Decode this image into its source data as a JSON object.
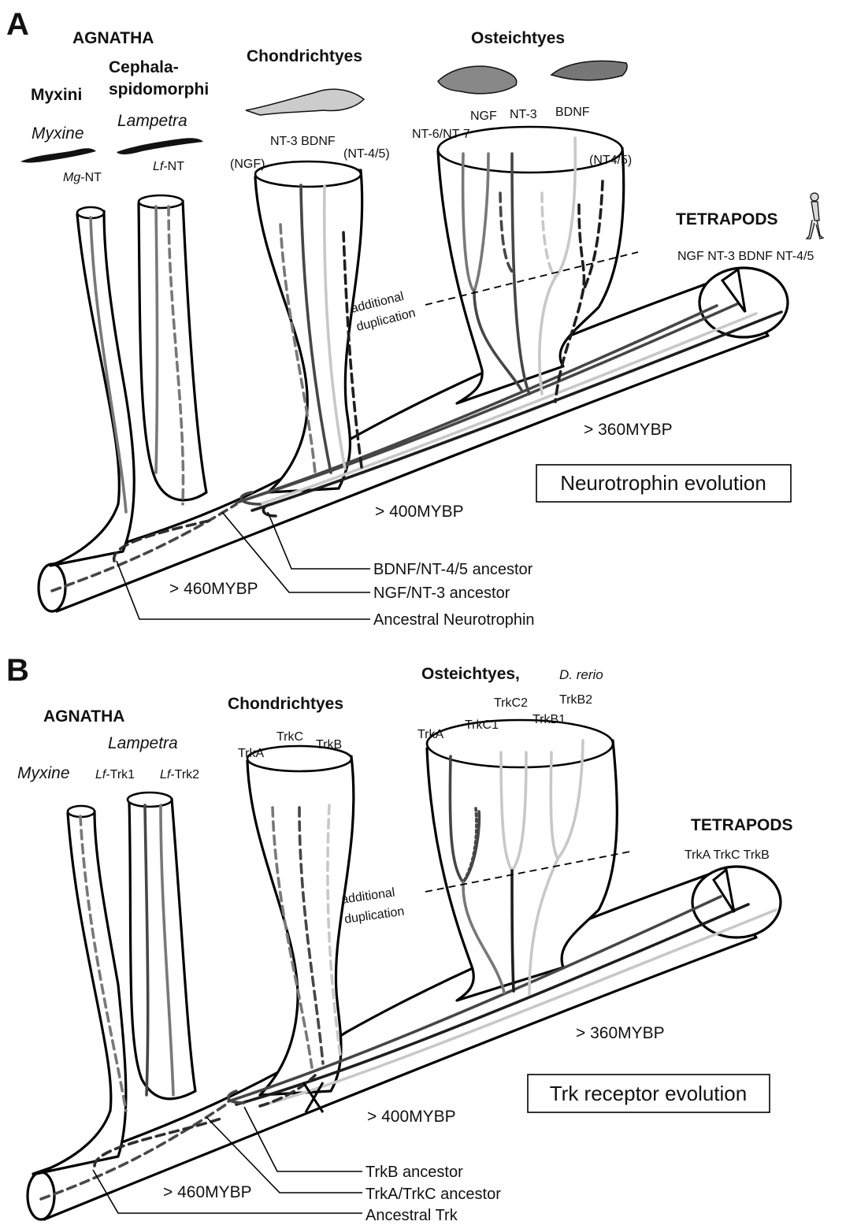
{
  "colors": {
    "ngf": "#787878",
    "nt3": "#464646",
    "bdnf": "#c8c8c8",
    "nt45": "#1e1e1e",
    "ancestral": "#4a4a4a",
    "outline": "#000000"
  },
  "panel_a": {
    "label": "A",
    "agnatha": "AGNATHA",
    "myxini": "Myxini",
    "cephala1": "Cephala-",
    "cephala2": "spidomorphi",
    "myxine": "Myxine",
    "lampetra": "Lampetra",
    "mg_prefix": "Mg",
    "mg_suffix": "-NT",
    "lf_prefix": "Lf",
    "lf_suffix": "-NT",
    "chondrichthyes": "Chondrichtyes",
    "osteichthyes": "Osteichtyes",
    "ch_ngf": "(NGF)",
    "ch_nt3_bdnf": "NT-3 BDNF",
    "ch_nt45": "(NT-4/5)",
    "os_nt67": "NT-6/NT-7",
    "os_ngf": "NGF",
    "os_nt3": "NT-3",
    "os_bdnf": "BDNF",
    "os_nt45": "(NT4/5)",
    "tetrapods": "TETRAPODS",
    "tetra_genes": "NGF NT-3 BDNF NT-4/5",
    "dup1": "additional",
    "dup2": "duplication",
    "t360": "> 360MYBP",
    "t400": "> 400MYBP",
    "t460": "> 460MYBP",
    "leg1": "BDNF/NT-4/5 ancestor",
    "leg2": "NGF/NT-3 ancestor",
    "leg3": "Ancestral Neurotrophin",
    "box": "Neurotrophin evolution"
  },
  "panel_b": {
    "label": "B",
    "agnatha": "AGNATHA",
    "lampetra": "Lampetra",
    "myxine": "Myxine",
    "lf1_prefix": "Lf",
    "lf1_suffix": "-Trk1",
    "lf2_prefix": "Lf",
    "lf2_suffix": "-Trk2",
    "chondrichthyes": "Chondrichtyes",
    "ch_trka": "TrkA",
    "ch_trkc": "TrkC",
    "ch_trkb": "TrkB",
    "osteichthyes": "Osteichtyes,",
    "drerio": "D. rerio",
    "os_trka": "TrkA",
    "os_trkc1": "TrkC1",
    "os_trkc2": "TrkC2",
    "os_trkb1": "TrkB1",
    "os_trkb2": "TrkB2",
    "tetrapods": "TETRAPODS",
    "tetra_genes": "TrkA TrkC TrkB",
    "dup1": "additional",
    "dup2": "duplication",
    "t360": "> 360MYBP",
    "t400": "> 400MYBP",
    "t460": "> 460MYBP",
    "leg1": "TrkB ancestor",
    "leg2": "TrkA/TrkC ancestor",
    "leg3": "Ancestral Trk",
    "box": "Trk receptor evolution"
  }
}
